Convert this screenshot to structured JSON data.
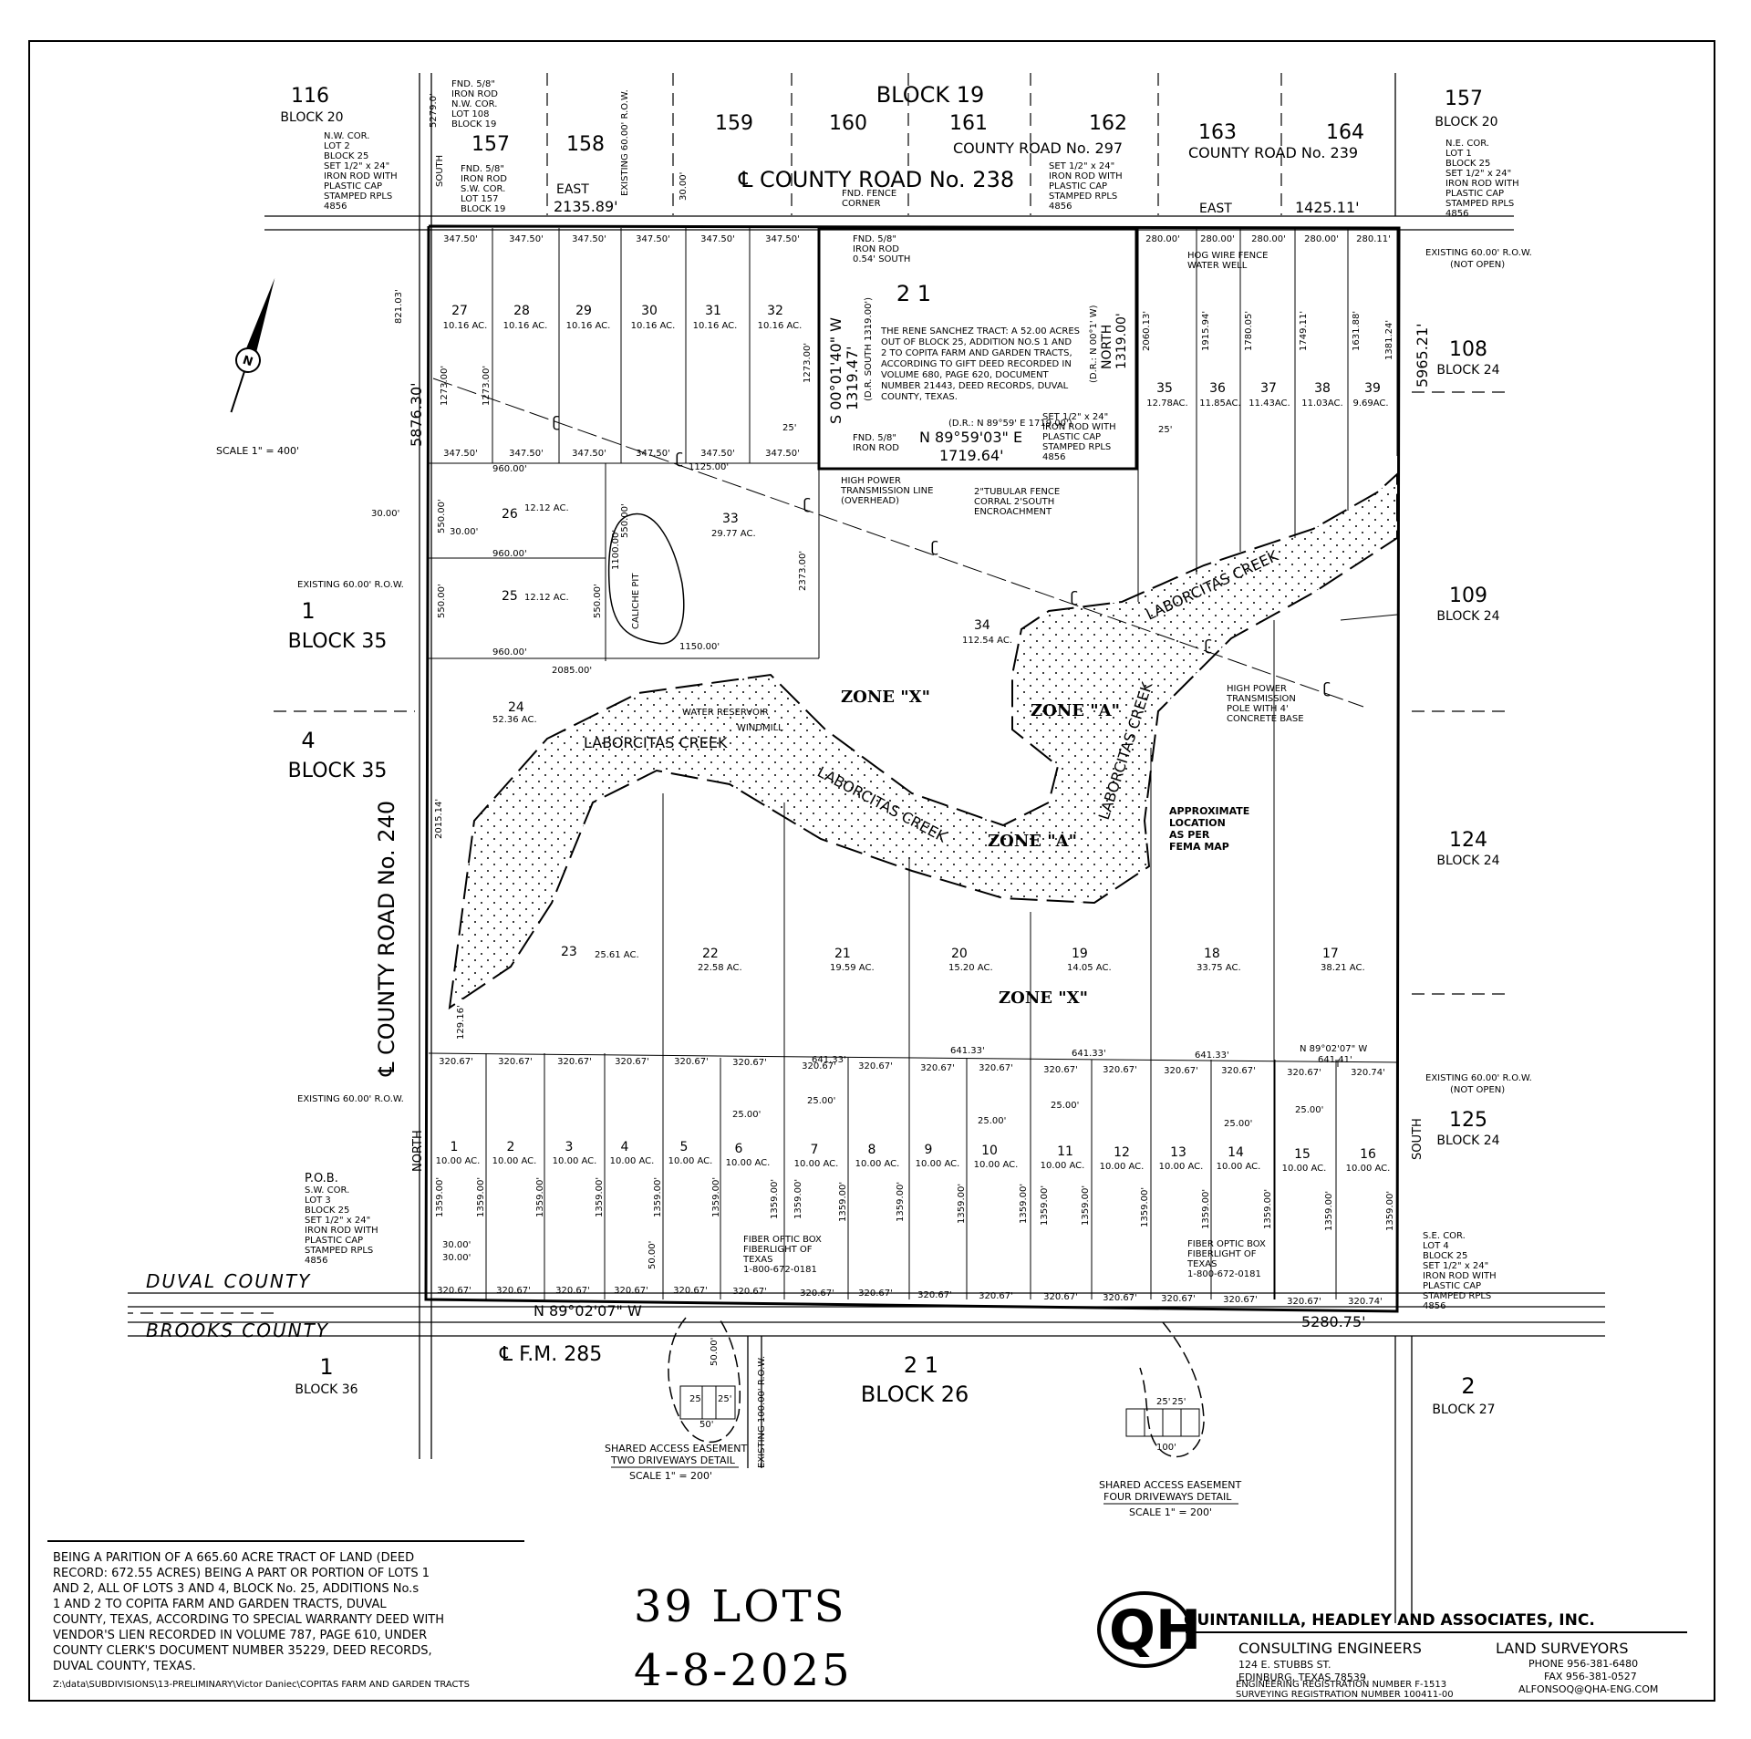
{
  "blocks": {
    "b116": {
      "num": "116",
      "label": "BLOCK 20"
    },
    "b157r": {
      "num": "157",
      "label": "BLOCK 20"
    },
    "block19": "BLOCK 19",
    "b19nums": [
      "157",
      "158",
      "159",
      "160",
      "161",
      "162",
      "163",
      "164"
    ],
    "b108": {
      "num": "108",
      "label": "BLOCK 24"
    },
    "b109": {
      "num": "109",
      "label": "BLOCK 24"
    },
    "b124": {
      "num": "124",
      "label": "BLOCK 24"
    },
    "b125": {
      "num": "125",
      "label": "BLOCK 24"
    },
    "b1_35": {
      "num": "1",
      "label": "BLOCK 35"
    },
    "b4_35": {
      "num": "4",
      "label": "BLOCK 35"
    },
    "b1_36": {
      "num": "1",
      "label": "BLOCK 36"
    },
    "b26": {
      "num": "2  1",
      "label": "BLOCK 26"
    },
    "b2_27": {
      "num": "2",
      "label": "BLOCK 27"
    },
    "tract21": "2  1"
  },
  "roads": {
    "cr238": "℄ COUNTY ROAD No. 238",
    "cr297": "COUNTY ROAD No. 297",
    "cr239": "COUNTY ROAD No. 239",
    "cr240": "℄ COUNTY ROAD No. 240",
    "fm285": "℄ F.M. 285",
    "duval": "DUVAL COUNTY",
    "brooks": "BROOKS COUNTY",
    "row60": "EXISTING 60.00' R.O.W.",
    "row60_not_open": [
      "EXISTING 60.00' R.O.W.",
      "(NOT OPEN)"
    ],
    "row100": "EXISTING 100.00' R.O.W."
  },
  "bearings": {
    "north_east": "EAST",
    "north_dist_left": "2135.89'",
    "north_dist_right": "1425.11'",
    "west_dist": "5876.30'",
    "east_dist": "5965.21'",
    "south_bearing": "N 89°02'07\" W",
    "south_dist": "5280.75'",
    "west_word": "NORTH",
    "east_word": "SOUTH",
    "south5279": "5279.0'",
    "south_small": "SOUTH",
    "d821": "821.03'",
    "d3000": "30.00'",
    "d2015": "2015.14'",
    "d12916": "129.16'",
    "sanchez_west": [
      "S 00°01'40\" W",
      "1319.47'",
      "(D.R. SOUTH 1319.00')"
    ],
    "sanchez_east": [
      "(D.R.: N 00°1' W)",
      "NORTH",
      "1319.00'"
    ],
    "sanchez_south": [
      "(D.R.: N 89°59' E  1719.00')",
      "N 89°59'03\" E",
      "1719.64'"
    ]
  },
  "notes": {
    "nw_iron": [
      "FND. 5/8\"",
      "IRON ROD",
      "N.W. COR.",
      "LOT 108",
      "BLOCK 19"
    ],
    "nw_cor": [
      "N.W. COR.",
      "LOT 2",
      "BLOCK 25",
      "SET 1/2\" x 24\"",
      "IRON ROD WITH",
      "PLASTIC CAP",
      "STAMPED RPLS",
      "4856"
    ],
    "sw157": [
      "FND. 5/8\"",
      "IRON ROD",
      "S.W. COR.",
      "LOT 157",
      "BLOCK 19"
    ],
    "fence": [
      "FND. FENCE",
      "CORNER"
    ],
    "rod054": [
      "FND. 5/8\"",
      "IRON ROD",
      "0.54' SOUTH"
    ],
    "rod_set_top": [
      "SET 1/2\" x 24\"",
      "IRON ROD WITH",
      "PLASTIC CAP",
      "STAMPED RPLS",
      "4856"
    ],
    "ne_cor": [
      "N.E. COR.",
      "LOT 1",
      "BLOCK 25",
      "SET 1/2\" x 24\"",
      "IRON ROD WITH",
      "PLASTIC CAP",
      "STAMPED RPLS",
      "4856"
    ],
    "hogwire": [
      "HOG WIRE FENCE",
      "WATER WELL"
    ],
    "sanchez": [
      "THE RENE SANCHEZ TRACT: A 52.00 ACRES",
      "OUT OF BLOCK 25, ADDITION NO.S 1 AND",
      "2 TO COPITA FARM AND GARDEN TRACTS,",
      "ACCORDING TO GIFT DEED RECORDED IN",
      "VOLUME 680, PAGE 620, DOCUMENT",
      "NUMBER 21443, DEED RECORDS, DUVAL",
      "COUNTY, TEXAS."
    ],
    "rod_sanchez": [
      "SET 1/2\" x 24\"",
      "IRON ROD WITH",
      "PLASTIC CAP",
      "STAMPED RPLS",
      "4856"
    ],
    "rod_fnd": [
      "FND. 5/8\"",
      "IRON ROD"
    ],
    "hptl": [
      "HIGH POWER",
      "TRANSMISSION LINE",
      "(OVERHEAD)"
    ],
    "corral": [
      "2\"TUBULAR FENCE",
      "CORRAL 2'SOUTH",
      "ENCROACHMENT"
    ],
    "hppole": [
      "HIGH POWER",
      "TRANSMISSION",
      "POLE WITH 4'",
      "CONCRETE BASE"
    ],
    "fema": [
      "APPROXIMATE",
      "LOCATION",
      "AS PER",
      "FEMA MAP"
    ],
    "pob": [
      "P.O.B.",
      "S.W. COR.",
      "LOT 3",
      "BLOCK 25",
      "SET 1/2\" x 24\"",
      "IRON ROD WITH",
      "PLASTIC CAP",
      "STAMPED RPLS",
      "4856"
    ],
    "se_cor": [
      "S.E. COR.",
      "LOT 4",
      "BLOCK 25",
      "SET 1/2\" x 24\"",
      "IRON ROD WITH",
      "PLASTIC CAP",
      "STAMPED RPLS",
      "4856"
    ],
    "fiber1": [
      "FIBER OPTIC BOX",
      "FIBERLIGHT OF",
      "TEXAS",
      "1-800-672-0181"
    ],
    "fiber2": [
      "FIBER OPTIC BOX",
      "FIBERLIGHT OF",
      "TEXAS",
      "1-800-672-0181"
    ],
    "water": [
      "WATER RESERVOIR",
      "WINDMILL"
    ],
    "caliche": "CALICHE PIT",
    "scale": "SCALE 1\" = 400'",
    "detail1": [
      "SHARED ACCESS EASEMENT",
      "TWO DRIVEWAYS DETAIL",
      "SCALE 1\" = 200'"
    ],
    "detail2": [
      "SHARED ACCESS EASEMENT",
      "FOUR DRIVEWAYS DETAIL",
      "SCALE 1\" = 200'"
    ],
    "d25": "25'",
    "d50": "50'",
    "d100": "100'",
    "d5000": "50.00'"
  },
  "creek": {
    "name": "LABORCITAS CREEK",
    "zone_x": "ZONE \"X\"",
    "zone_a": "ZONE \"A\""
  },
  "top_lots": [
    {
      "num": "27",
      "area": "10.16 AC."
    },
    {
      "num": "28",
      "area": "10.16 AC."
    },
    {
      "num": "29",
      "area": "10.16 AC."
    },
    {
      "num": "30",
      "area": "10.16 AC."
    },
    {
      "num": "31",
      "area": "10.16 AC."
    },
    {
      "num": "32",
      "area": "10.16 AC."
    }
  ],
  "ne_lots": [
    {
      "num": "35",
      "area": "12.78AC.",
      "depth": "2060.13'"
    },
    {
      "num": "36",
      "area": "11.85AC.",
      "depth": "1915.94'"
    },
    {
      "num": "37",
      "area": "11.43AC.",
      "depth": "1780.05'"
    },
    {
      "num": "38",
      "area": "11.03AC.",
      "depth": "1749.11'"
    },
    {
      "num": "39",
      "area": "9.69AC.",
      "depth": "1631.88'"
    }
  ],
  "ne_last_depth": "1381.24'",
  "ne_widths": [
    "280.00'",
    "280.00'",
    "280.00'",
    "280.00'",
    "280.11'"
  ],
  "top_width": "347.50'",
  "top_depth": "1273.00'",
  "mid_lots": {
    "l26": {
      "num": "26",
      "area": "12.12 AC."
    },
    "l25": {
      "num": "25",
      "area": "12.12 AC."
    },
    "l33": {
      "num": "33",
      "area": "29.77 AC."
    },
    "l34": {
      "num": "34",
      "area": "112.54 AC."
    },
    "l24": {
      "num": "24",
      "area": "52.36 AC."
    },
    "d960": "960.00'",
    "d1125": "1125.00'",
    "d550": "550.00'",
    "d1100": "1100.00'",
    "d1150": "1150.00'",
    "d2085": "2085.00'",
    "d2373": "2373.00'",
    "d25": "25'"
  },
  "middle_lots": [
    {
      "num": "23",
      "area": "25.61 AC."
    },
    {
      "num": "22",
      "area": "22.58 AC."
    },
    {
      "num": "21",
      "area": "19.59 AC."
    },
    {
      "num": "20",
      "area": "15.20 AC."
    },
    {
      "num": "19",
      "area": "14.05 AC."
    },
    {
      "num": "18",
      "area": "33.75 AC."
    },
    {
      "num": "17",
      "area": "38.21 AC."
    }
  ],
  "middle_widths": [
    "641.33'",
    "641.33'",
    "641.33'",
    "641.33'",
    "N 89°02'07\" W",
    "641.41'"
  ],
  "bottom_lots": [
    {
      "num": "1",
      "area": "10.00 AC."
    },
    {
      "num": "2",
      "area": "10.00 AC."
    },
    {
      "num": "3",
      "area": "10.00 AC."
    },
    {
      "num": "4",
      "area": "10.00 AC."
    },
    {
      "num": "5",
      "area": "10.00 AC."
    },
    {
      "num": "6",
      "area": "10.00 AC."
    },
    {
      "num": "7",
      "area": "10.00 AC."
    },
    {
      "num": "8",
      "area": "10.00 AC."
    },
    {
      "num": "9",
      "area": "10.00 AC."
    },
    {
      "num": "10",
      "area": "10.00 AC."
    },
    {
      "num": "11",
      "area": "10.00 AC."
    },
    {
      "num": "12",
      "area": "10.00 AC."
    },
    {
      "num": "13",
      "area": "10.00 AC."
    },
    {
      "num": "14",
      "area": "10.00 AC."
    },
    {
      "num": "15",
      "area": "10.00 AC."
    },
    {
      "num": "16",
      "area": "10.00 AC."
    }
  ],
  "bottom_width": "320.67'",
  "bottom_last_width": "320.74'",
  "bottom_depth": "1359.00'",
  "d2500": "25.00'",
  "legal": [
    "BEING A PARITION OF A 665.60 ACRE TRACT OF LAND (DEED",
    "RECORD: 672.55 ACRES) BEING A PART OR PORTION OF LOTS 1",
    "AND 2, ALL OF LOTS 3 AND 4, BLOCK No. 25, ADDITIONS No.s",
    "1 AND 2 TO COPITA FARM AND GARDEN TRACTS, DUVAL",
    "COUNTY, TEXAS, ACCORDING TO SPECIAL WARRANTY DEED WITH",
    "VENDOR'S LIEN RECORDED IN VOLUME 787, PAGE 610, UNDER",
    "COUNTY CLERK'S DOCUMENT NUMBER 35229, DEED RECORDS,",
    "DUVAL COUNTY, TEXAS."
  ],
  "filepath": "Z:\\data\\SUBDIVISIONS\\13-PRELIMINARY\\Victor Daniec\\COPITAS FARM AND GARDEN TRACTS",
  "summary": {
    "lots": "39 LOTS",
    "date": "4-8-2025"
  },
  "firm": {
    "name": "QUINTANILLA, HEADLEY AND ASSOCIATES, INC.",
    "logo": "QH",
    "dept1": "CONSULTING ENGINEERS",
    "addr1": "124 E. STUBBS ST.",
    "addr2": "EDINBURG, TEXAS 78539",
    "reg1": "ENGINEERING REGISTRATION NUMBER F-1513",
    "reg2": "SURVEYING REGISTRATION NUMBER 100411-00",
    "dept2": "LAND SURVEYORS",
    "phone": "PHONE  956-381-6480",
    "fax": "FAX  956-381-0527",
    "email": "ALFONSOQ@QHA-ENG.COM"
  },
  "north": {
    "label": "N"
  }
}
